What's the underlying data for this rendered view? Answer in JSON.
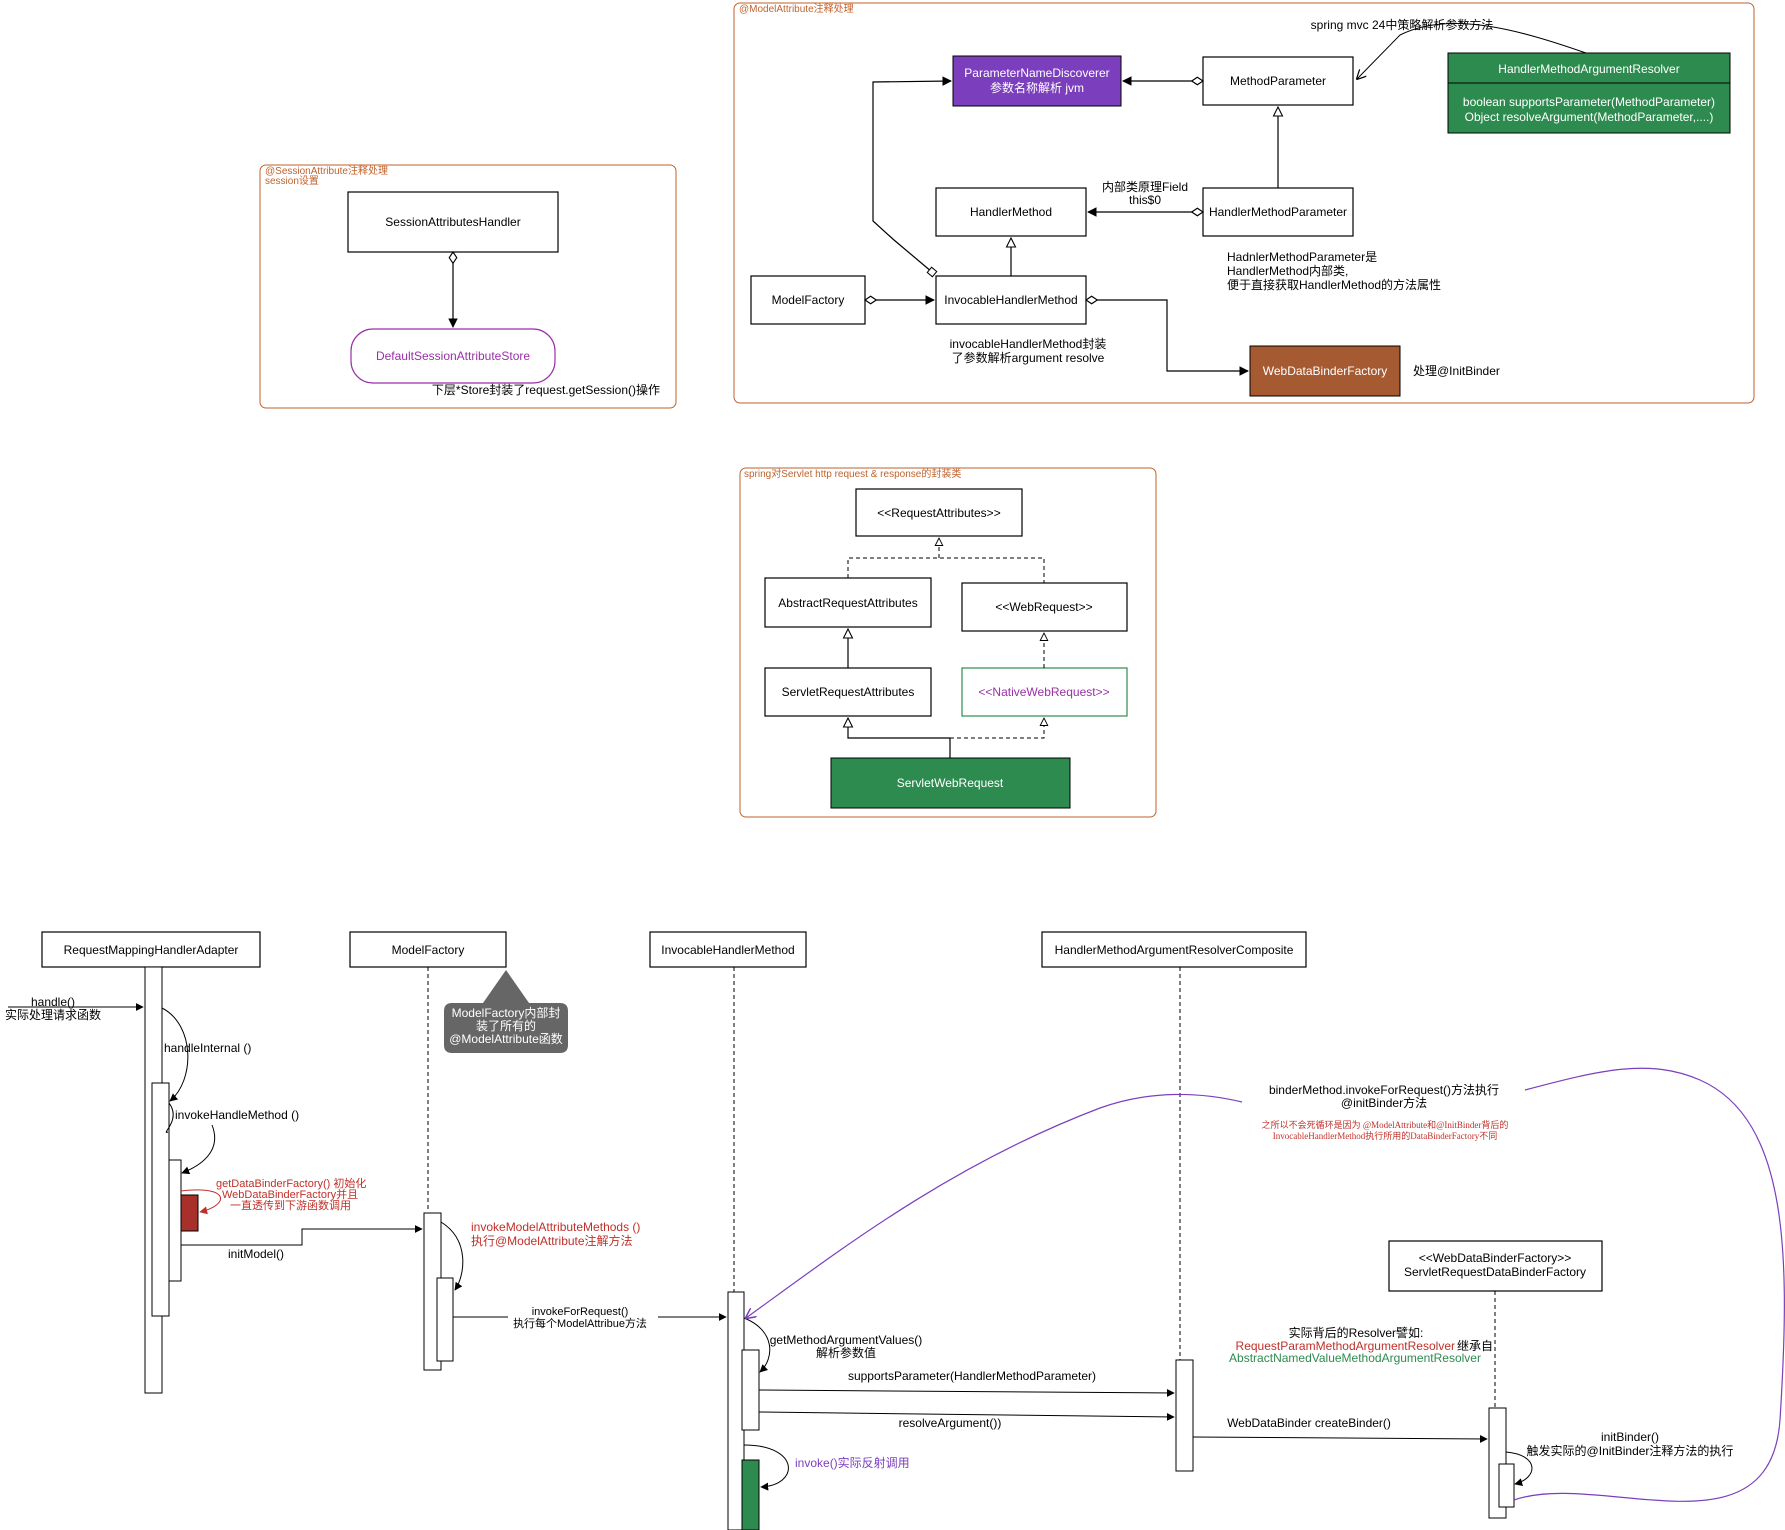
{
  "groups": {
    "session": {
      "title_line1": "@SessionAttribute注释处理",
      "title_line2": "session设置"
    },
    "model_attr": {
      "title": "@ModelAttribute注释处理"
    },
    "servlet": {
      "title": "spring对Servlet http request & response的封装类"
    }
  },
  "session": {
    "handler": "SessionAttributesHandler",
    "store": "DefaultSessionAttributeStore",
    "store_note": "下层*Store封装了request.getSession()操作"
  },
  "model_attr": {
    "pnd_line1": "ParameterNameDiscoverer",
    "pnd_line2": "参数名称解析 jvm",
    "method_parameter": "MethodParameter",
    "resolver_title": "HandlerMethodArgumentResolver",
    "resolver_m1": "boolean supportsParameter(MethodParameter)",
    "resolver_m2": "Object resolveArgument(MethodParameter,....)",
    "strategy_note": "spring mvc 24中策略解析参数方法",
    "handler_method": "HandlerMethod",
    "hmp": "HandlerMethodParameter",
    "inner_line1": "内部类原理Field",
    "inner_line2": "this$0",
    "hmp_note1": "HadnlerMethodParameter是",
    "hmp_note2": "HandlerMethod内部类,",
    "hmp_note3": "便于直接获取HandlerMethod的方法属性",
    "model_factory": "ModelFactory",
    "ihm": "InvocableHandlerMethod",
    "ihm_note1": "invocableHandlerMethod封装",
    "ihm_note2": "了参数解析argument resolve",
    "wdbf": "WebDataBinderFactory",
    "wdbf_note": "处理@InitBinder"
  },
  "servlet": {
    "request_attributes": "<<RequestAttributes>>",
    "abstract_ra": "AbstractRequestAttributes",
    "web_request": "<<WebRequest>>",
    "servlet_ra": "ServletRequestAttributes",
    "native_wr": "<<NativeWebRequest>>",
    "servlet_wr": "ServletWebRequest"
  },
  "sequence": {
    "lanes": {
      "rmha": "RequestMappingHandlerAdapter",
      "mf": "ModelFactory",
      "ihm": "InvocableHandlerMethod",
      "hmarc": "HandlerMethodArgumentResolverComposite",
      "srdbf_line1": "<<WebDataBinderFactory>>",
      "srdbf_line2": "ServletRequestDataBinderFactory"
    },
    "callout": {
      "line1": "ModelFactory内部封",
      "line2": "装了所有的",
      "line3": "@ModelAttribute函数"
    },
    "messages": {
      "handle_line1": "handle()",
      "handle_line2": "实际处理请求函数",
      "handle_internal": "handleInternal ()",
      "invoke_handle_method": "invokeHandleMethod ()",
      "get_dbf_line1": "getDataBinderFactory() 初始化",
      "get_dbf_line2": "WebDataBinderFactory并且",
      "get_dbf_line3": "一直透传到下游函数调用",
      "init_model": "initModel()",
      "imam_line1": "invokeModelAttributeMethods ()",
      "imam_line2": "执行@ModelAttribute注解方法",
      "ifr_line1": "invokeForRequest()",
      "ifr_line2": "执行每个ModelAttribue方法",
      "gmav_line1": "getMethodArgumentValues()",
      "gmav_line2": "解析参数值",
      "supports": "supportsParameter(HandlerMethodParameter)",
      "resolve": "resolveArgument())",
      "invoke": "invoke()实际反射调用",
      "resolver_note_line1": "实际背后的Resolver譬如:",
      "resolver_note_line2": "RequestParamMethodArgumentResolver",
      "resolver_note_line2b": "继承自",
      "resolver_note_line3": "AbstractNamedValueMethodArgumentResolver",
      "create_binder": "WebDataBinder createBinder()",
      "init_binder_line1": "initBinder()",
      "init_binder_line2": "触发实际的@InitBinder注释方法的执行",
      "binder_method_line1": "binderMethod.invokeForRequest()方法执行",
      "binder_method_line2": "@initBinder方法",
      "binder_note_line1": "之所以不会死循环是因为 @ModelAttribute和@InitBinder背后的",
      "binder_note_line2": "InvocableHandlerMethod执行所用的DataBinderFactory不同"
    }
  },
  "colors": {
    "group_border": "#c0622d",
    "purple": "#7b3fbd",
    "green": "#2e8b4f",
    "brown": "#a65a32",
    "red": "#c0302a",
    "dark_red": "#a8302a",
    "callout": "#666666"
  }
}
